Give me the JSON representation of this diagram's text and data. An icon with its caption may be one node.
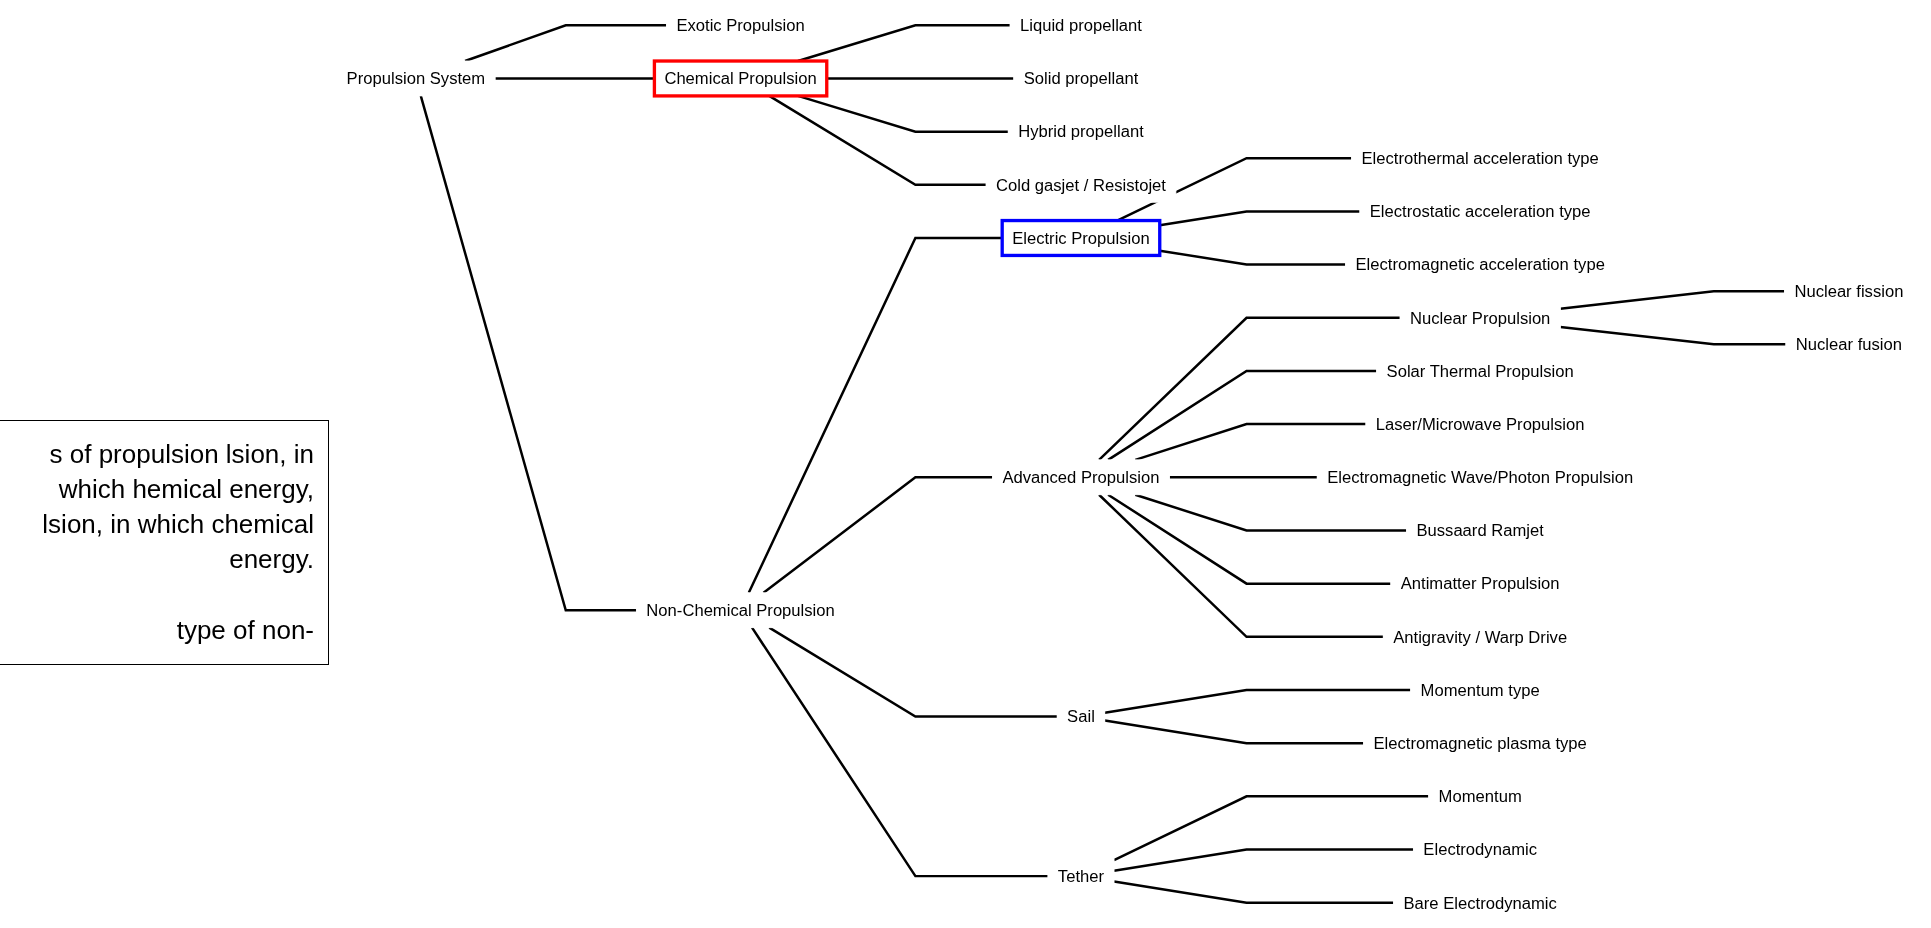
{
  "diagram": {
    "nodes": [
      {
        "text": [
          "Propulsion System"
        ]
      },
      {
        "text": [
          "Chemical Propulsion"
        ]
      },
      {
        "text": [
          "Liquid propellant"
        ]
      },
      {
        "text": [
          "Solid propellant"
        ]
      },
      {
        "text": [
          "Hybrid propellant"
        ]
      },
      {
        "text": [
          "Cold gasjet / Resistojet"
        ]
      },
      {
        "text": [
          "Non-Chemical Propulsion"
        ]
      },
      {
        "text": [
          "Electric Propulsion"
        ]
      },
      {
        "text": [
          "Electrothermal acceleration type"
        ]
      },
      {
        "text": [
          "Electrostatic acceleration type"
        ]
      },
      {
        "text": [
          "Electromagnetic acceleration type"
        ]
      },
      {
        "text": [
          "Advanced Propulsion"
        ]
      },
      {
        "text": [
          "Nuclear Propulsion"
        ]
      },
      {
        "text": [
          "Nuclear fission"
        ]
      },
      {
        "text": [
          "Nuclear fusion"
        ]
      },
      {
        "text": [
          "Solar Thermal Propulsion"
        ]
      },
      {
        "text": [
          "Laser/Microwave Propulsion"
        ]
      },
      {
        "text": [
          "Electromagnetic Wave/Photon Propulsion"
        ]
      },
      {
        "text": [
          "Bussaard Ramjet"
        ]
      },
      {
        "text": [
          "Antimatter Propulsion"
        ]
      },
      {
        "text": [
          "Antigravity / Warp Drive"
        ]
      },
      {
        "text": [
          "Sail"
        ]
      },
      {
        "text": [
          "Momentum type"
        ]
      },
      {
        "text": [
          "Electromagnetic plasma type"
        ]
      },
      {
        "text": [
          "Tether"
        ]
      },
      {
        "text": [
          "Momentum"
        ]
      },
      {
        "text": [
          "Electrodynamic"
        ]
      },
      {
        "text": [
          "Bare Electrodynamic"
        ]
      },
      {
        "text": [
          "Exotic Propulsion"
        ]
      }
    ],
    "edges": [
      {
        "from": 0,
        "to": 1,
        "arrow": "none"
      },
      {
        "from": 0,
        "to": 6,
        "arrow": "none"
      },
      {
        "from": 0,
        "to": 28,
        "arrow": "none"
      },
      {
        "from": 1,
        "to": 2,
        "arrow": "none"
      },
      {
        "from": 1,
        "to": 3,
        "arrow": "none"
      },
      {
        "from": 1,
        "to": 4,
        "arrow": "none"
      },
      {
        "from": 1,
        "to": 5,
        "arrow": "none"
      },
      {
        "from": 6,
        "to": 7,
        "arrow": "none"
      },
      {
        "from": 6,
        "to": 11,
        "arrow": "none"
      },
      {
        "from": 6,
        "to": 21,
        "arrow": "none"
      },
      {
        "from": 6,
        "to": 24,
        "arrow": "none"
      },
      {
        "from": 7,
        "to": 8,
        "arrow": "none"
      },
      {
        "from": 7,
        "to": 9,
        "arrow": "none"
      },
      {
        "from": 7,
        "to": 10,
        "arrow": "none"
      },
      {
        "from": 11,
        "to": 12,
        "arrow": "none"
      },
      {
        "from": 11,
        "to": 15,
        "arrow": "none"
      },
      {
        "from": 11,
        "to": 16,
        "arrow": "none"
      },
      {
        "from": 11,
        "to": 17,
        "arrow": "none"
      },
      {
        "from": 11,
        "to": 18,
        "arrow": "none"
      },
      {
        "from": 11,
        "to": 19,
        "arrow": "none"
      },
      {
        "from": 11,
        "to": 20,
        "arrow": "none"
      },
      {
        "from": 12,
        "to": 13,
        "arrow": "none"
      },
      {
        "from": 12,
        "to": 14,
        "arrow": "none"
      },
      {
        "from": 21,
        "to": 22,
        "arrow": "none"
      },
      {
        "from": 21,
        "to": 23,
        "arrow": "none"
      },
      {
        "from": 24,
        "to": 25,
        "arrow": "none"
      },
      {
        "from": 24,
        "to": 26,
        "arrow": "none"
      },
      {
        "from": 24,
        "to": 27,
        "arrow": "none"
      }
    ],
    "labels": [
      "s of propulsion lsion, in which hemical energy, lsion, in which chemical energy.",
      "type of non-"
    ]
  }
}
